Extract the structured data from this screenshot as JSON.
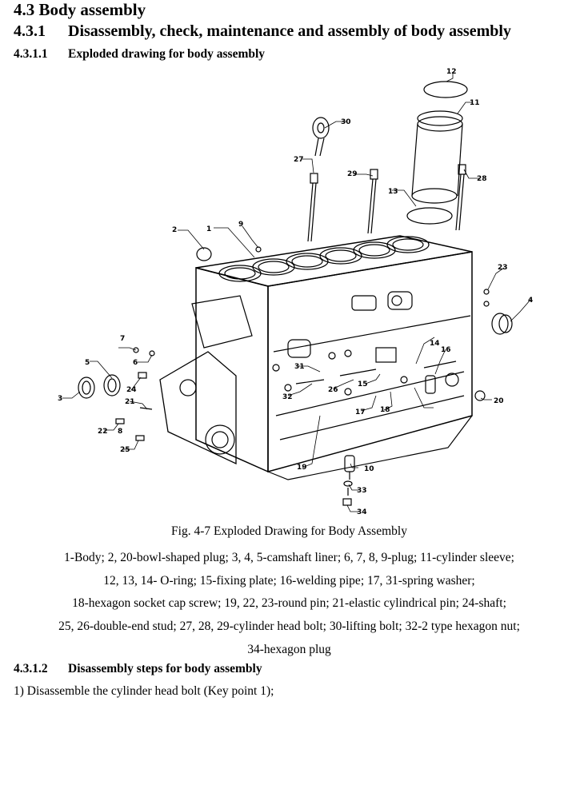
{
  "headings": {
    "h1": "4.3 Body assembly",
    "h2_num": "4.3.1",
    "h2_text": "Disassembly, check, maintenance and assembly of body assembly",
    "h3a_num": "4.3.1.1",
    "h3a_text": "Exploded drawing for body assembly",
    "h3b_num": "4.3.1.2",
    "h3b_text": "Disassembly steps for body assembly"
  },
  "figure": {
    "caption": "Fig. 4-7 Exploded Drawing for Body Assembly",
    "callouts": [
      "1",
      "2",
      "3",
      "4",
      "5",
      "6",
      "7",
      "8",
      "9",
      "10",
      "11",
      "12",
      "13",
      "14",
      "15",
      "16",
      "17",
      "18",
      "19",
      "20",
      "21",
      "22",
      "23",
      "24",
      "25",
      "26",
      "27",
      "28",
      "29",
      "30",
      "31",
      "32",
      "33",
      "34"
    ],
    "legend_lines": [
      "1-Body; 2, 20-bowl-shaped plug; 3, 4, 5-camshaft liner; 6, 7, 8, 9-plug; 11-cylinder sleeve;",
      "12, 13, 14- O-ring; 15-fixing plate; 16-welding pipe; 17, 31-spring washer;",
      "18-hexagon socket cap screw; 19, 22, 23-round pin; 21-elastic cylindrical pin; 24-shaft;",
      "25, 26-double-end stud; 27, 28, 29-cylinder head bolt; 30-lifting bolt; 32-2 type hexagon nut;",
      "34-hexagon plug"
    ]
  },
  "steps": [
    "1) Disassemble the cylinder head bolt (Key point 1);"
  ]
}
